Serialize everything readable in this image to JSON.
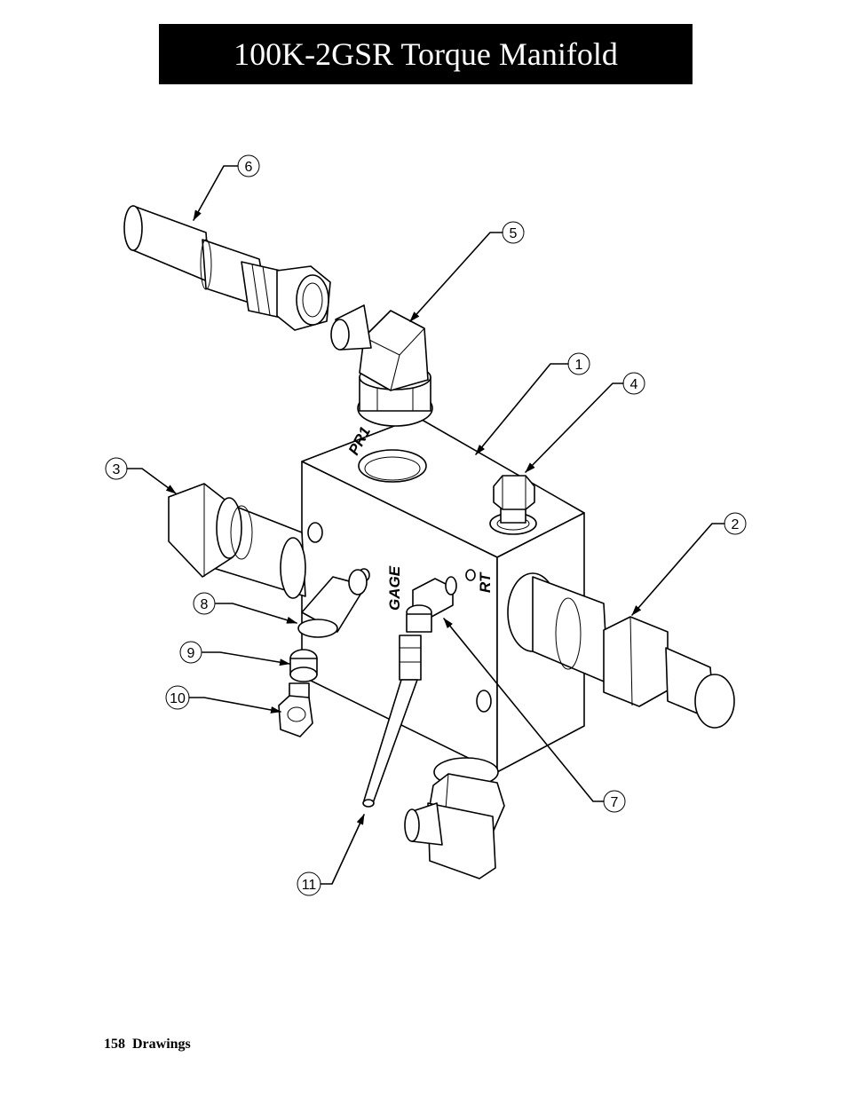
{
  "header": {
    "title": "100K-2GSR Torque Manifold"
  },
  "footer": {
    "text": "158  Drawings"
  },
  "ports": {
    "pr1": "PR1",
    "gage": "GAGE",
    "rt": "RT"
  },
  "callouts": [
    {
      "id": "c1",
      "label": "1"
    },
    {
      "id": "c2",
      "label": "2"
    },
    {
      "id": "c3",
      "label": "3"
    },
    {
      "id": "c4",
      "label": "4"
    },
    {
      "id": "c5",
      "label": "5"
    },
    {
      "id": "c6",
      "label": "6"
    },
    {
      "id": "c7",
      "label": "7"
    },
    {
      "id": "c8",
      "label": "8"
    },
    {
      "id": "c9",
      "label": "9"
    },
    {
      "id": "c10",
      "label": "10"
    },
    {
      "id": "c11",
      "label": "11"
    }
  ]
}
